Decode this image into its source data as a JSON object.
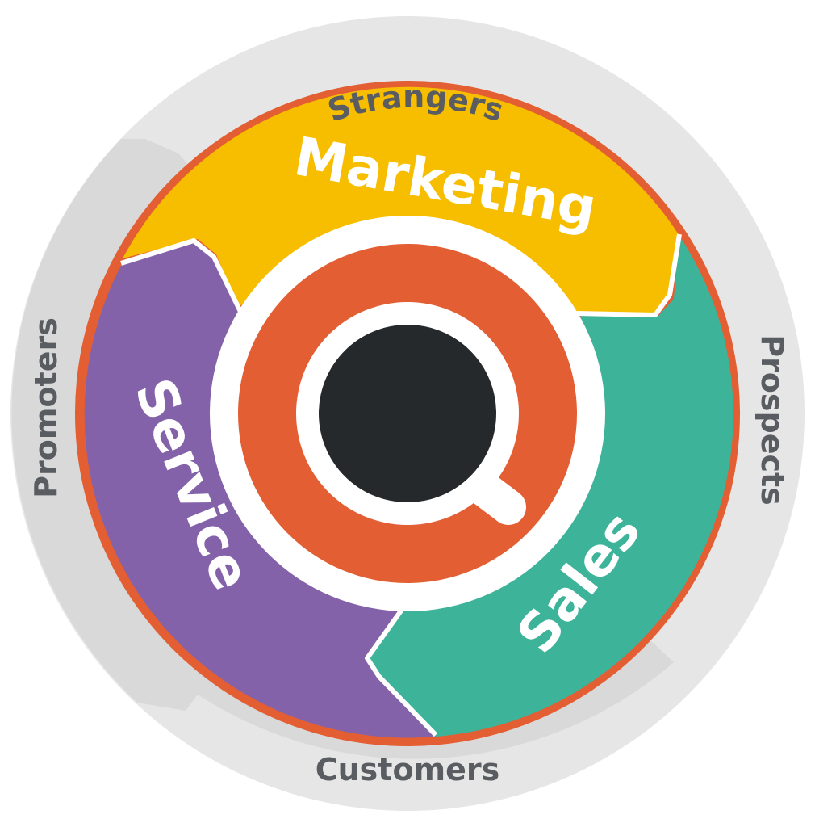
{
  "diagram": {
    "stages": {
      "marketing": {
        "label": "Marketing",
        "color": "#F7BE00"
      },
      "sales": {
        "label": "Sales",
        "color": "#3DB39A"
      },
      "service": {
        "label": "Service",
        "color": "#8462AA"
      }
    },
    "audiences": {
      "strangers": "Strangers",
      "prospects": "Prospects",
      "customers": "Customers",
      "promoters": "Promoters"
    },
    "center": {
      "icon": "magnifying-glass-icon",
      "color": "#E35F33",
      "core_color": "#26292C"
    },
    "colors": {
      "outer_ring": "#E6E6E6",
      "outer_ring_dark": "#D9D9DA",
      "rim": "#E35F33",
      "label_gray": "#595C60",
      "white": "#FFFFFF"
    }
  }
}
